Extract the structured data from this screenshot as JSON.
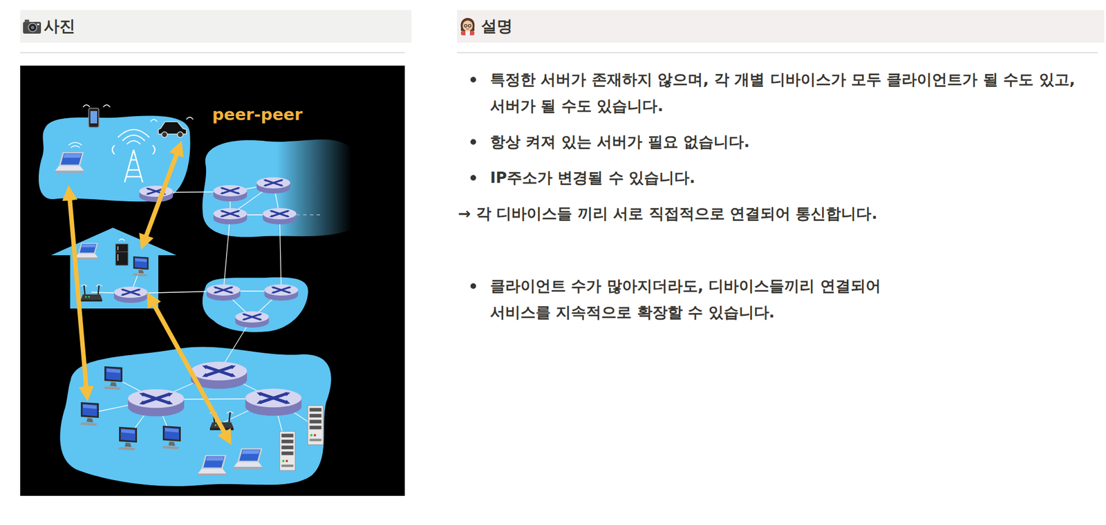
{
  "diagram": {
    "nodes": [
      {
        "text": [
          "사진"
        ]
      },
      {
        "text": [
          "설명"
        ]
      }
    ],
    "labels": [
      "peer-peer",
      "특정한 서버가 존재하지 않으며, 각 개별 디바이스가 모두 클라이언트가 될 수도 있고, 서버가 될 수도 있습니다.",
      "항상 켜져 있는 서버가 필요 없습니다.",
      "IP주소가 변경될 수 있습니다.",
      "→ 각 디바이스들 끼리 서로 직접적으로 연결되어 통신합니다.",
      "클라이언트 수가 많아지더라도, 디바이스들끼리 연결되어 서비스를 지속적으로 확장할 수 있습니다."
    ]
  }
}
